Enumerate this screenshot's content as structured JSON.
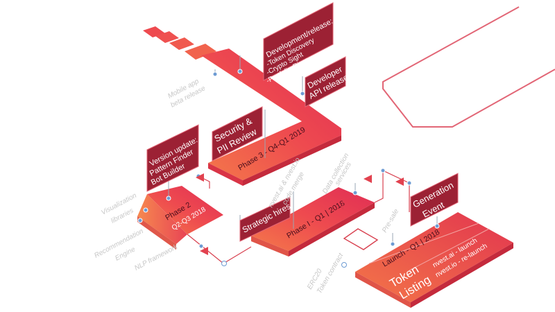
{
  "colors": {
    "accent_red": "#e23a4a",
    "accent_orange": "#f36f4a",
    "dark_box": "#9c2134",
    "box_border": "#e26676",
    "line": "#d8404f",
    "label_gray": "#c7c7c7",
    "dot_blue": "#6d9bd3"
  },
  "phases": {
    "phase1": "Phase I - Q1 | 2018",
    "phase2_title": "Phase 2",
    "phase2_sub": "Q2-Q3 2018",
    "phase3": "Phase 3 - Q4-Q1 2019",
    "launch": "Launch - Q1 | 2018",
    "token_listing_1": "Token",
    "token_listing_2": "Listing",
    "relaunch_1": "nvest.ai - launch",
    "relaunch_2": "nvest.io - re-launch"
  },
  "callouts": {
    "development": [
      "Development/release:",
      "-Token Discovery",
      "-Crypto Sight",
      "-Portfolio-Rizer"
    ],
    "developer_api": [
      "Developer",
      "API release"
    ],
    "security": [
      "Security &",
      "PII Review"
    ],
    "version_update": [
      "Version update:",
      "Pattern Finder",
      "Bot Builder"
    ],
    "strategic_hires": [
      "Strategic hires"
    ],
    "generation_event": [
      "Generation",
      "Event"
    ]
  },
  "labels": {
    "mobile_app": [
      "Mobile app",
      "beta release"
    ],
    "visualization": [
      "Visualization",
      "libraries"
    ],
    "recommendation": [
      "Recommendation",
      "Engine"
    ],
    "nlp": [
      "NLP framework"
    ],
    "code_merge": [
      "nvest.ai & nvest.io",
      "code merge"
    ],
    "data_collection": [
      "Data collection",
      "services"
    ],
    "pre_sale": [
      "Pre-sale"
    ],
    "erc20": [
      "ERC20",
      "Token contract"
    ]
  }
}
